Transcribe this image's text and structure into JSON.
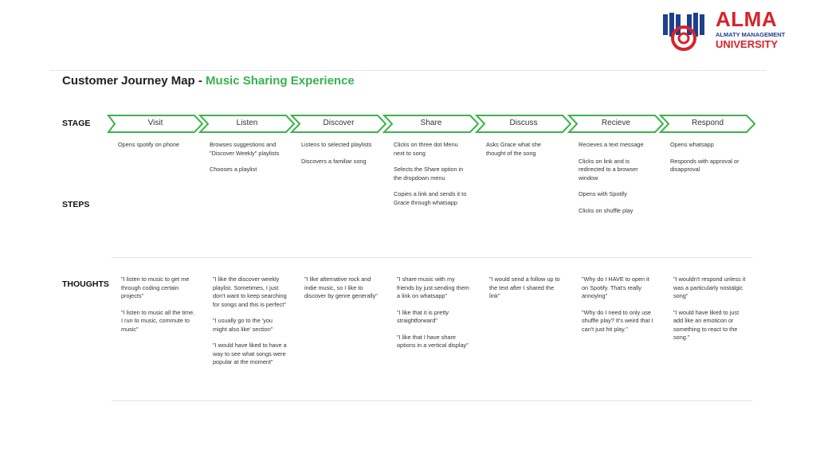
{
  "brand": {
    "name": "ALMA",
    "sub": "ALMATY MANAGEMENT",
    "word": "UNIVERSITY",
    "color": "#d6232a",
    "icon_color": "#1f3f8c"
  },
  "title": {
    "main": "Customer Journey Map - ",
    "accent": "Music Sharing Experience",
    "accent_color": "#37b24d"
  },
  "labels": {
    "stage": "STAGE",
    "steps": "STEPS",
    "thoughts": "THOUGHTS"
  },
  "stages": [
    "Visit",
    "Listen",
    "Discover",
    "Share",
    "Discuss",
    "Recieve",
    "Respond"
  ],
  "steps": [
    [
      "Opens spotify on phone"
    ],
    [
      "Browses suggestions and \"Discover Weekly\" playlists",
      "Chooses a playlist"
    ],
    [
      "Listens to selected playlists",
      "Discovers a familiar song"
    ],
    [
      "Clicks on three dot Menu next to song",
      "Selects the Share option in the dropdown menu",
      "Copies a link and sends it to Grace through whatsapp"
    ],
    [
      "Asks Grace what she thought of the song"
    ],
    [
      "Recieves a text message",
      "Clicks on link and is redirected to a browser window",
      "Opens with Spotify",
      "Clicks on shuffle play"
    ],
    [
      "Opens whatsapp",
      "Responds with approval or disapproval"
    ]
  ],
  "thoughts": [
    [
      "\"I  listen to music to get me through coding certain projects\"",
      "\"I  listen to music all the time. I run to music, commute to music\""
    ],
    [
      "\"I like the discover weekly playlist. Sometimes, I just don't want to keep searching for songs and this is perfect\"",
      "\"I usually go to the 'you might also like' section\"",
      "\"I would have liked to have a way to see what songs were popular at the moment\""
    ],
    [
      "\"I like alternative rock and indie music, so I like to discover by genre generally\""
    ],
    [
      "\"I share music with my friends by just sending them a link on whatsapp\"",
      "\"I like that it is pretty straightforward\"",
      "\"I like that I have share options in a vertical display\""
    ],
    [
      "\"I would send a follow up to the text after I shared the link\""
    ],
    [
      "\"Why do I HAVE to open it on Spotify. That's really annoying\"",
      "\"Why do I need to only use shuffle play? It's weird that I can't just hit play.\""
    ],
    [
      "\"I wouldn't respond unless it was a particularly nostalgic song\"",
      "\"I would have liked to just add like an emoticon or something to react to the song.\""
    ]
  ],
  "arrow_color": "#3cb34a"
}
